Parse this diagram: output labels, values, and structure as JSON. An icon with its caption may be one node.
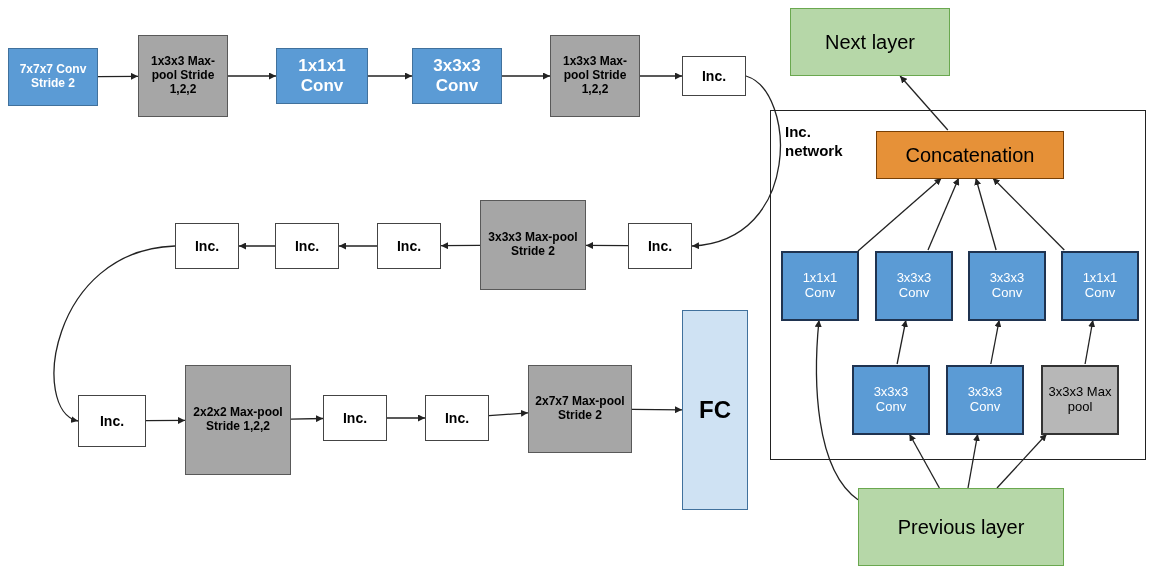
{
  "diagram": {
    "nodes": [
      {
        "text": [
          "7x7x7 Conv Stride 2"
        ]
      },
      {
        "text": [
          "1x3x3 Max-pool Stride 1,2,2"
        ]
      },
      {
        "text": [
          "1x1x1 Conv"
        ]
      },
      {
        "text": [
          "3x3x3 Conv"
        ]
      },
      {
        "text": [
          "1x3x3 Max-pool Stride 1,2,2"
        ]
      },
      {
        "text": [
          "Inc."
        ]
      },
      {
        "text": [
          "Inc."
        ]
      },
      {
        "text": [
          "3x3x3 Max-pool Stride 2"
        ]
      },
      {
        "text": [
          "Inc."
        ]
      },
      {
        "text": [
          "Inc."
        ]
      },
      {
        "text": [
          "Inc."
        ]
      },
      {
        "text": [
          "Inc."
        ]
      },
      {
        "text": [
          "2x2x2 Max-pool Stride 1,2,2"
        ]
      },
      {
        "text": [
          "Inc."
        ]
      },
      {
        "text": [
          "Inc."
        ]
      },
      {
        "text": [
          "2x7x7 Max-pool Stride 2"
        ]
      },
      {
        "text": [
          "FC"
        ]
      },
      {
        "text": [
          "Next layer"
        ]
      },
      {
        "text": [
          "Inc. network"
        ]
      },
      {
        "text": [
          "Concatenation"
        ],
        "in": 18
      },
      {
        "text": [
          "1x1x1 Conv"
        ],
        "in": 18
      },
      {
        "text": [
          "3x3x3 Conv"
        ],
        "in": 18
      },
      {
        "text": [
          "3x3x3 Conv"
        ],
        "in": 18
      },
      {
        "text": [
          "1x1x1 Conv"
        ],
        "in": 18
      },
      {
        "text": [
          "3x3x3 Conv"
        ],
        "in": 18
      },
      {
        "text": [
          "3x3x3 Conv"
        ],
        "in": 18
      },
      {
        "text": [
          "3x3x3 Max pool"
        ],
        "in": 18
      },
      {
        "text": [
          "Previous layer"
        ]
      }
    ],
    "edges": [
      {
        "from": 0,
        "to": 1,
        "arrow": "to"
      },
      {
        "from": 1,
        "to": 2,
        "arrow": "to"
      },
      {
        "from": 2,
        "to": 3,
        "arrow": "to"
      },
      {
        "from": 3,
        "to": 4,
        "arrow": "to"
      },
      {
        "from": 4,
        "to": 5,
        "arrow": "to"
      },
      {
        "from": 5,
        "to": 6,
        "arrow": "to"
      },
      {
        "from": 6,
        "to": 7,
        "arrow": "to"
      },
      {
        "from": 7,
        "to": 8,
        "arrow": "to"
      },
      {
        "from": 8,
        "to": 9,
        "arrow": "to"
      },
      {
        "from": 9,
        "to": 10,
        "arrow": "to"
      },
      {
        "from": 10,
        "to": 11,
        "arrow": "to"
      },
      {
        "from": 11,
        "to": 12,
        "arrow": "to"
      },
      {
        "from": 12,
        "to": 13,
        "arrow": "to"
      },
      {
        "from": 13,
        "to": 14,
        "arrow": "to"
      },
      {
        "from": 14,
        "to": 15,
        "arrow": "to"
      },
      {
        "from": 15,
        "to": 16,
        "arrow": "to"
      },
      {
        "from": 19,
        "to": 17,
        "arrow": "to"
      },
      {
        "from": 20,
        "to": 19,
        "arrow": "to"
      },
      {
        "from": 21,
        "to": 19,
        "arrow": "to"
      },
      {
        "from": 22,
        "to": 19,
        "arrow": "to"
      },
      {
        "from": 23,
        "to": 19,
        "arrow": "to"
      },
      {
        "from": 24,
        "to": 21,
        "arrow": "to"
      },
      {
        "from": 25,
        "to": 22,
        "arrow": "to"
      },
      {
        "from": 26,
        "to": 23,
        "arrow": "to"
      },
      {
        "from": 27,
        "to": 20,
        "arrow": "to"
      },
      {
        "from": 27,
        "to": 24,
        "arrow": "to"
      },
      {
        "from": 27,
        "to": 25,
        "arrow": "to"
      },
      {
        "from": 27,
        "to": 26,
        "arrow": "to"
      }
    ]
  }
}
